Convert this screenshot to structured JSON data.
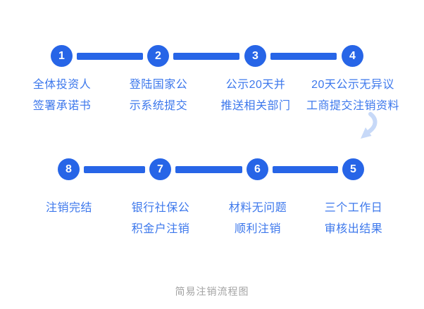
{
  "page": {
    "caption": "简易注销流程图"
  },
  "colors": {
    "primary_blue": "#2765e7",
    "text_blue": "#3d78ec",
    "arrow_light_blue": "#c7d9f8",
    "caption_gray": "#a3a3a3",
    "number_white": "#ffffff"
  },
  "flow": {
    "rows": [
      {
        "direction": "left-to-right",
        "steps": [
          {
            "number": "1",
            "lines": [
              "全体投资人",
              "签署承诺书"
            ]
          },
          {
            "number": "2",
            "lines": [
              "登陆国家公",
              "示系统提交"
            ]
          },
          {
            "number": "3",
            "lines": [
              "公示20天并",
              "推送相关部门"
            ]
          },
          {
            "number": "4",
            "lines": [
              "20天公示无异议",
              "工商提交注销资料"
            ]
          }
        ]
      },
      {
        "direction": "right-to-left",
        "steps": [
          {
            "number": "8",
            "lines": [
              "注销完结"
            ]
          },
          {
            "number": "7",
            "lines": [
              "银行社保公",
              "积金户注销"
            ]
          },
          {
            "number": "6",
            "lines": [
              "材料无问题",
              "顺利注销"
            ]
          },
          {
            "number": "5",
            "lines": [
              "三个工作日",
              "审核出结果"
            ]
          }
        ]
      }
    ],
    "connector_arrow": "curved-down-left"
  }
}
